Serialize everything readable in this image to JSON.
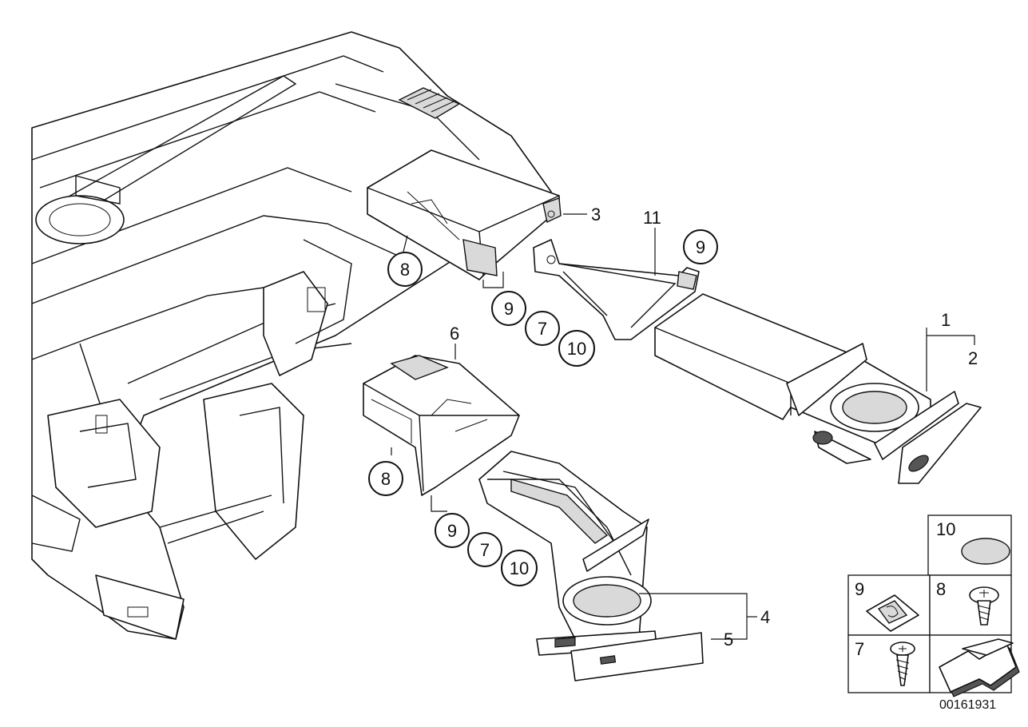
{
  "callouts": {
    "label_1": "1",
    "label_2": "2",
    "label_3": "3",
    "label_4": "4",
    "label_5": "5",
    "label_6": "6",
    "label_11": "11",
    "circle_8_top": "8",
    "circle_9_top_right": "9",
    "circle_9_top": "9",
    "circle_7_top": "7",
    "circle_10_top": "10",
    "circle_8_mid": "8",
    "circle_9_bottom": "9",
    "circle_7_bottom": "7",
    "circle_10_bottom": "10"
  },
  "legend": {
    "cell_10": "10",
    "cell_9": "9",
    "cell_8": "8",
    "cell_7": "7"
  },
  "figure_number": "00161931"
}
